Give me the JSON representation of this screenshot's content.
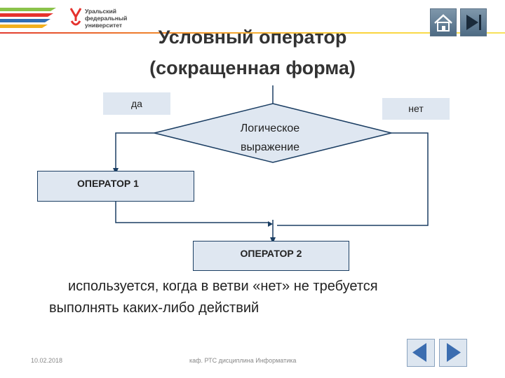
{
  "header": {
    "logo_lines": [
      "Уральский",
      "федеральный",
      "университет"
    ]
  },
  "slide": {
    "title_line1": "Условный оператор",
    "title_line2": "(сокращенная форма)"
  },
  "diagram": {
    "yes_label": "да",
    "no_label": "нет",
    "condition_line1": "Логическое",
    "condition_line2": "выражение",
    "operator1": "ОПЕРАТОР 1",
    "operator2": "ОПЕРАТОР 2"
  },
  "body": {
    "line1": "используется, когда в ветви «нет» не требуется",
    "line2": "выполнять каких-либо действий"
  },
  "footer": {
    "date": "10.02.2018",
    "dept": "каф. РТС дисциплина Информатика"
  },
  "colors": {
    "box_fill": "#dfe7f1",
    "line": "#1b3e63",
    "nav_button": "#4e6b84",
    "arrow_fill": "#3b6db0"
  },
  "icons": [
    "home-icon",
    "skip-end-icon",
    "arrow-left-icon",
    "arrow-right-icon"
  ]
}
